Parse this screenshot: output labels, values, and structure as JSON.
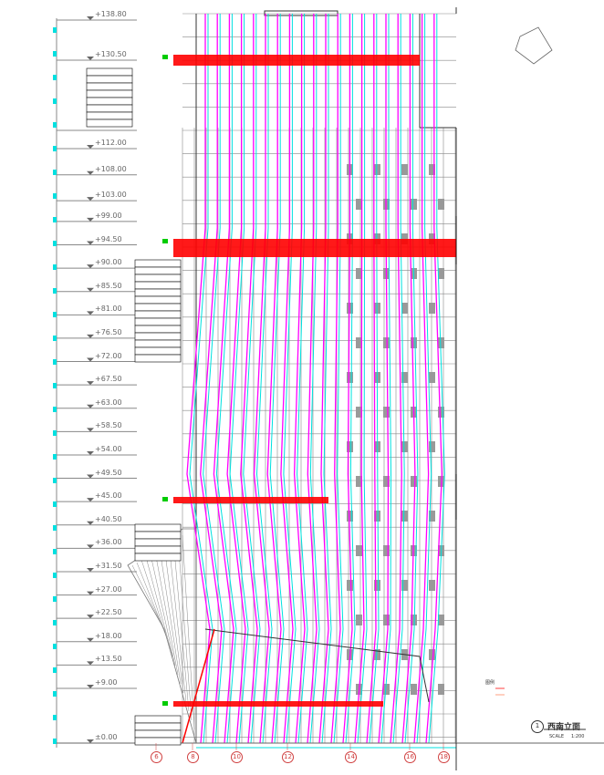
{
  "drawing": {
    "title": "西南立面",
    "number": "1",
    "scale_label": "SCALE",
    "scale_value": "1:200",
    "legend_title": "图例"
  },
  "levels": [
    "+138.80",
    "+130.50",
    "+112.00",
    "+108.00",
    "+103.00",
    "+99.00",
    "+94.50",
    "+90.00",
    "+85.50",
    "+81.00",
    "+76.50",
    "+72.00",
    "+67.50",
    "+63.00",
    "+58.50",
    "+54.00",
    "+49.50",
    "+45.00",
    "+40.50",
    "+36.00",
    "+31.50",
    "+27.00",
    "+22.50",
    "+18.00",
    "+13.50",
    "+9.00",
    "±0.00"
  ],
  "level_values": [
    138.8,
    130.5,
    112,
    108,
    103,
    99,
    94.5,
    90,
    85.5,
    81,
    76.5,
    72,
    67.5,
    63,
    58.5,
    54,
    49.5,
    45,
    40.5,
    36,
    31.5,
    27,
    22.5,
    18,
    13.5,
    9,
    0
  ],
  "axes": [
    "6",
    "8",
    "10",
    "12",
    "14",
    "16",
    "18"
  ],
  "colors": {
    "fin": "#ff00ff",
    "frame": "#00e0e0",
    "band": "#ff0000",
    "grid": "#888888",
    "accent": "#00cc00"
  }
}
